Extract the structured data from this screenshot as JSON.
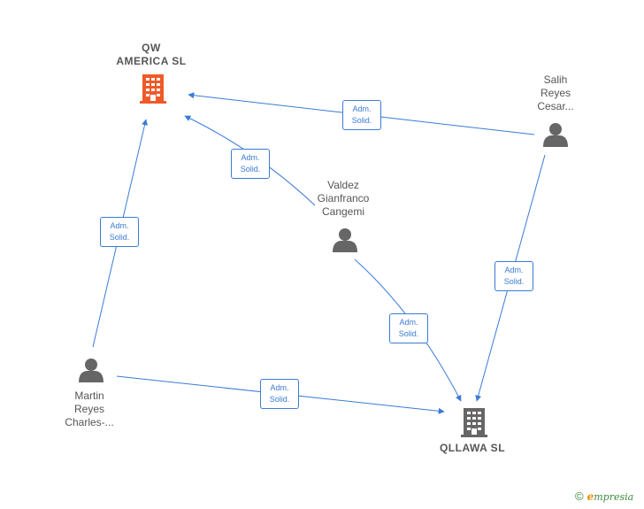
{
  "nodes": {
    "qw_america": {
      "line1": "QW",
      "line2": "AMERICA  SL",
      "color": "#f05a28",
      "icon": "building-icon"
    },
    "qllawa": {
      "line1": "QLLAWA  SL",
      "color": "#666666",
      "icon": "building-icon"
    },
    "salih": {
      "line1": "Salih",
      "line2": "Reyes",
      "line3": "Cesar...",
      "icon": "person-icon"
    },
    "valdez": {
      "line1": "Valdez",
      "line2": "Gianfranco",
      "line3": "Cangemi",
      "icon": "person-icon"
    },
    "martin": {
      "line1": "Martin",
      "line2": "Reyes",
      "line3": "Charles-...",
      "icon": "person-icon"
    }
  },
  "edges": {
    "salih_to_qw": {
      "line1": "Adm.",
      "line2": "Solid."
    },
    "valdez_to_qw": {
      "line1": "Adm.",
      "line2": "Solid."
    },
    "martin_to_qw": {
      "line1": "Adm.",
      "line2": "Solid."
    },
    "salih_to_qllawa": {
      "line1": "Adm.",
      "line2": "Solid."
    },
    "valdez_to_qllawa": {
      "line1": "Adm.",
      "line2": "Solid."
    },
    "martin_to_qllawa": {
      "line1": "Adm.",
      "line2": "Solid."
    }
  },
  "colors": {
    "edge": "#3a7bd5",
    "person": "#666666"
  },
  "brand": {
    "copyright": "©",
    "e": "e",
    "rest": "mpresia"
  }
}
